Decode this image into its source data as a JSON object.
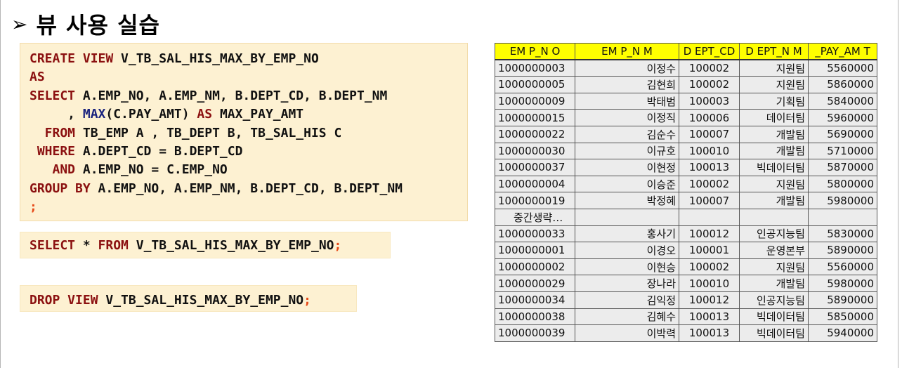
{
  "title": {
    "arrow": "➢",
    "text": "뷰 사용 실습"
  },
  "create_block": {
    "lines": [
      [
        {
          "t": "CREATE VIEW ",
          "k": "kw"
        },
        {
          "t": "V_TB_SAL_HIS_MAX_BY_EMP_NO",
          "k": "id"
        }
      ],
      [
        {
          "t": "AS",
          "k": "kw"
        }
      ],
      [
        {
          "t": "SELECT ",
          "k": "kw"
        },
        {
          "t": "A.EMP_NO, A.EMP_NM, B.DEPT_CD, B.DEPT_NM",
          "k": "id"
        }
      ],
      [
        {
          "t": "     , ",
          "k": "id"
        },
        {
          "t": "MAX",
          "k": "fn"
        },
        {
          "t": "(C.PAY_AMT) ",
          "k": "id"
        },
        {
          "t": "AS ",
          "k": "kw"
        },
        {
          "t": "MAX_PAY_AMT",
          "k": "id"
        }
      ],
      [
        {
          "t": "  FROM ",
          "k": "kw"
        },
        {
          "t": "TB_EMP A , TB_DEPT B, TB_SAL_HIS C",
          "k": "id"
        }
      ],
      [
        {
          "t": " WHERE ",
          "k": "kw"
        },
        {
          "t": "A.DEPT_CD = B.DEPT_CD",
          "k": "id"
        }
      ],
      [
        {
          "t": "   AND ",
          "k": "kw"
        },
        {
          "t": "A.EMP_NO = C.EMP_NO",
          "k": "id"
        }
      ],
      [
        {
          "t": "GROUP BY ",
          "k": "kw"
        },
        {
          "t": "A.EMP_NO, A.EMP_NM, B.DEPT_CD, B.DEPT_NM",
          "k": "id"
        }
      ],
      [
        {
          "t": ";",
          "k": "semi"
        }
      ]
    ]
  },
  "select_block": {
    "lines": [
      [
        {
          "t": "SELECT ",
          "k": "kw"
        },
        {
          "t": "* ",
          "k": "id"
        },
        {
          "t": "FROM ",
          "k": "kw"
        },
        {
          "t": "V_TB_SAL_HIS_MAX_BY_EMP_NO",
          "k": "id"
        },
        {
          "t": ";",
          "k": "semi"
        }
      ]
    ]
  },
  "drop_block": {
    "lines": [
      [
        {
          "t": "DROP VIEW ",
          "k": "kw"
        },
        {
          "t": "V_TB_SAL_HIS_MAX_BY_EMP_NO",
          "k": "id"
        },
        {
          "t": ";",
          "k": "semi"
        }
      ]
    ]
  },
  "result_table": {
    "headers": [
      "EM P_N O",
      "EM P_N M",
      "D EPT_CD",
      "D EPT_N M",
      "_PAY_AM T"
    ],
    "rows": [
      [
        "1000000003",
        "이정수",
        "100002",
        "지원팀",
        "5560000"
      ],
      [
        "1000000005",
        "김현희",
        "100002",
        "지원팀",
        "5860000"
      ],
      [
        "1000000009",
        "박태범",
        "100003",
        "기획팀",
        "5840000"
      ],
      [
        "1000000015",
        "이정직",
        "100006",
        "데이터팀",
        "5960000"
      ],
      [
        "1000000022",
        "김순수",
        "100007",
        "개발팀",
        "5690000"
      ],
      [
        "1000000030",
        "이규호",
        "100010",
        "개발팀",
        "5710000"
      ],
      [
        "1000000037",
        "이현정",
        "100013",
        "빅데이터팀",
        "5870000"
      ],
      [
        "1000000004",
        "이승준",
        "100002",
        "지원팀",
        "5800000"
      ],
      [
        "1000000019",
        "박정혜",
        "100007",
        "개발팀",
        "5980000"
      ],
      [
        "중간생략…",
        "",
        "",
        "",
        ""
      ],
      [
        "1000000033",
        "홍사기",
        "100012",
        "인공지능팀",
        "5830000"
      ],
      [
        "1000000001",
        "이경오",
        "100001",
        "운영본부",
        "5890000"
      ],
      [
        "1000000002",
        "이현승",
        "100002",
        "지원팀",
        "5560000"
      ],
      [
        "1000000029",
        "장나라",
        "100010",
        "개발팀",
        "5980000"
      ],
      [
        "1000000034",
        "김익정",
        "100012",
        "인공지능팀",
        "5890000"
      ],
      [
        "1000000038",
        "김혜수",
        "100013",
        "빅데이터팀",
        "5850000"
      ],
      [
        "1000000039",
        "이박력",
        "100013",
        "빅데이터팀",
        "5940000"
      ]
    ]
  },
  "colors": {
    "code_bg": "#fdf1d2",
    "keyword": "#8b1010",
    "function": "#1a237e",
    "semicolon": "#e64a19",
    "header_bg": "#ffff00",
    "cell_bg": "#ececec"
  }
}
